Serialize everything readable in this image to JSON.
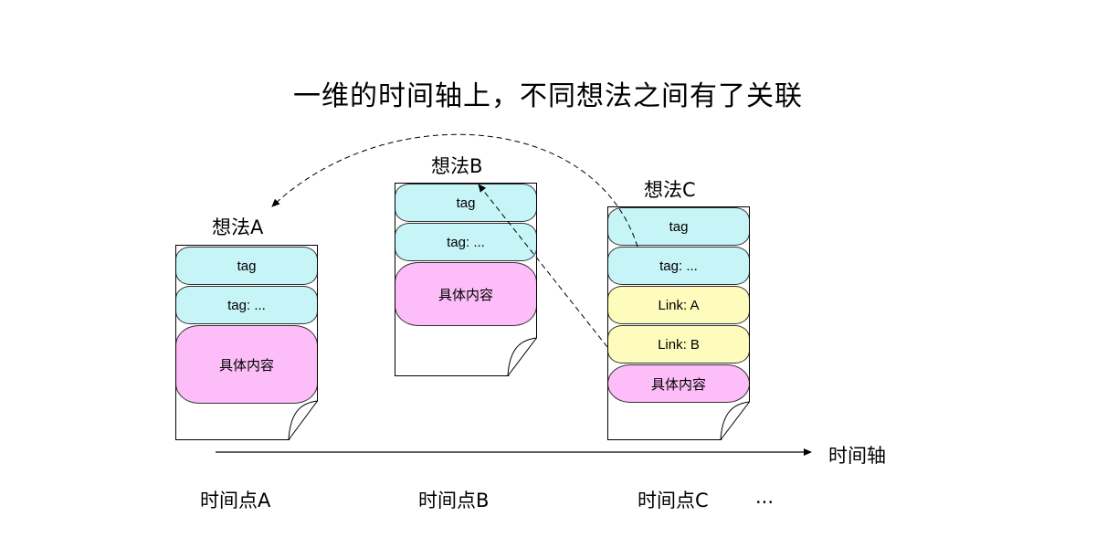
{
  "title": "一维的时间轴上，不同想法之间有了关联",
  "ideas": [
    {
      "label": "想法A",
      "blocks": [
        {
          "kind": "tag",
          "text": "tag"
        },
        {
          "kind": "tag",
          "text": "tag: ..."
        },
        {
          "kind": "content",
          "text": "具体内容"
        }
      ]
    },
    {
      "label": "想法B",
      "blocks": [
        {
          "kind": "tag",
          "text": "tag"
        },
        {
          "kind": "tag",
          "text": "tag: ..."
        },
        {
          "kind": "content",
          "text": "具体内容"
        }
      ]
    },
    {
      "label": "想法C",
      "blocks": [
        {
          "kind": "tag",
          "text": "tag"
        },
        {
          "kind": "tag",
          "text": "tag: ..."
        },
        {
          "kind": "link",
          "text": "Link: A"
        },
        {
          "kind": "link",
          "text": "Link: B"
        },
        {
          "kind": "content",
          "text": "具体内容"
        }
      ]
    }
  ],
  "axis": {
    "label": "时间轴",
    "points": [
      "时间点A",
      "时间点B",
      "时间点C",
      "..."
    ]
  },
  "colors": {
    "tag": "#c7f4f7",
    "content": "#fcbdf8",
    "link": "#fefcbc"
  }
}
